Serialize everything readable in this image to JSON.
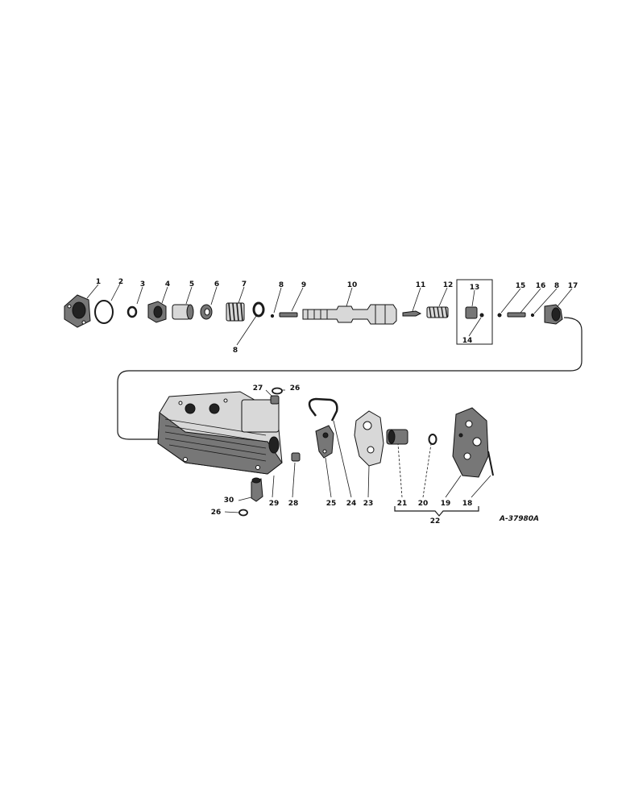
{
  "figure_id": "A-37980A",
  "callouts": [
    {
      "key": "c1",
      "text": "1"
    },
    {
      "key": "c2",
      "text": "2"
    },
    {
      "key": "c3",
      "text": "3"
    },
    {
      "key": "c4",
      "text": "4"
    },
    {
      "key": "c5",
      "text": "5"
    },
    {
      "key": "c6",
      "text": "6"
    },
    {
      "key": "c7",
      "text": "7"
    },
    {
      "key": "c8a",
      "text": "8"
    },
    {
      "key": "c8b",
      "text": "8"
    },
    {
      "key": "c8c",
      "text": "8"
    },
    {
      "key": "c9",
      "text": "9"
    },
    {
      "key": "c10",
      "text": "10"
    },
    {
      "key": "c11",
      "text": "11"
    },
    {
      "key": "c12",
      "text": "12"
    },
    {
      "key": "c13",
      "text": "13"
    },
    {
      "key": "c14",
      "text": "14"
    },
    {
      "key": "c15",
      "text": "15"
    },
    {
      "key": "c16",
      "text": "16"
    },
    {
      "key": "c17",
      "text": "17"
    },
    {
      "key": "c18",
      "text": "18"
    },
    {
      "key": "c19",
      "text": "19"
    },
    {
      "key": "c20",
      "text": "20"
    },
    {
      "key": "c21",
      "text": "21"
    },
    {
      "key": "c22",
      "text": "22"
    },
    {
      "key": "c23",
      "text": "23"
    },
    {
      "key": "c24",
      "text": "24"
    },
    {
      "key": "c25",
      "text": "25"
    },
    {
      "key": "c26a",
      "text": "26"
    },
    {
      "key": "c26b",
      "text": "26"
    },
    {
      "key": "c27",
      "text": "27"
    },
    {
      "key": "c28",
      "text": "28"
    },
    {
      "key": "c29",
      "text": "29"
    },
    {
      "key": "c30",
      "text": "30"
    }
  ]
}
